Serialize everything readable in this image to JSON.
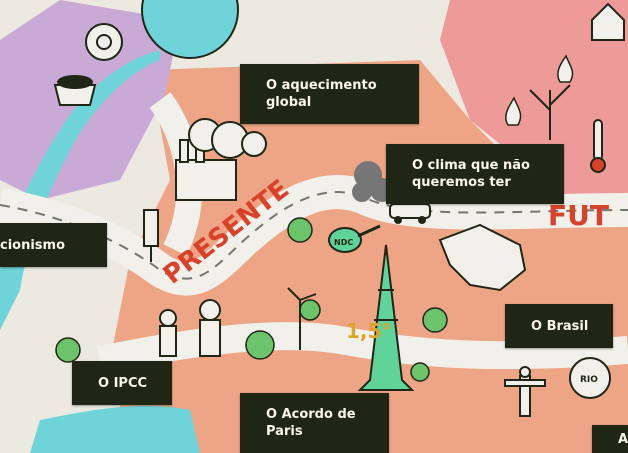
{
  "map": {
    "present_label": "PRESENTE",
    "future_label": "FUT",
    "warming_value": "1,5°",
    "ndc_label": "NDC",
    "rio_label": "RIO"
  },
  "topics": {
    "aquecimento": "O aquecimento global",
    "clima": "O clima que não queremos ter",
    "negacionismo": "cionismo",
    "brasil": "O Brasil",
    "ipcc": "O IPCC",
    "acordo": "O Acordo de Paris",
    "edge": "A"
  },
  "colors": {
    "background": "#ece9e1",
    "salmon_zone": "#eda585",
    "lavender_zone": "#c9a9d6",
    "pink_zone": "#ee9a98",
    "river": "#6ed4da",
    "road": "#f2f0ea",
    "ink": "#1f2616",
    "button_text": "#fbf6ea",
    "tree_green": "#6cc46a",
    "present_red": "#d8412a"
  }
}
